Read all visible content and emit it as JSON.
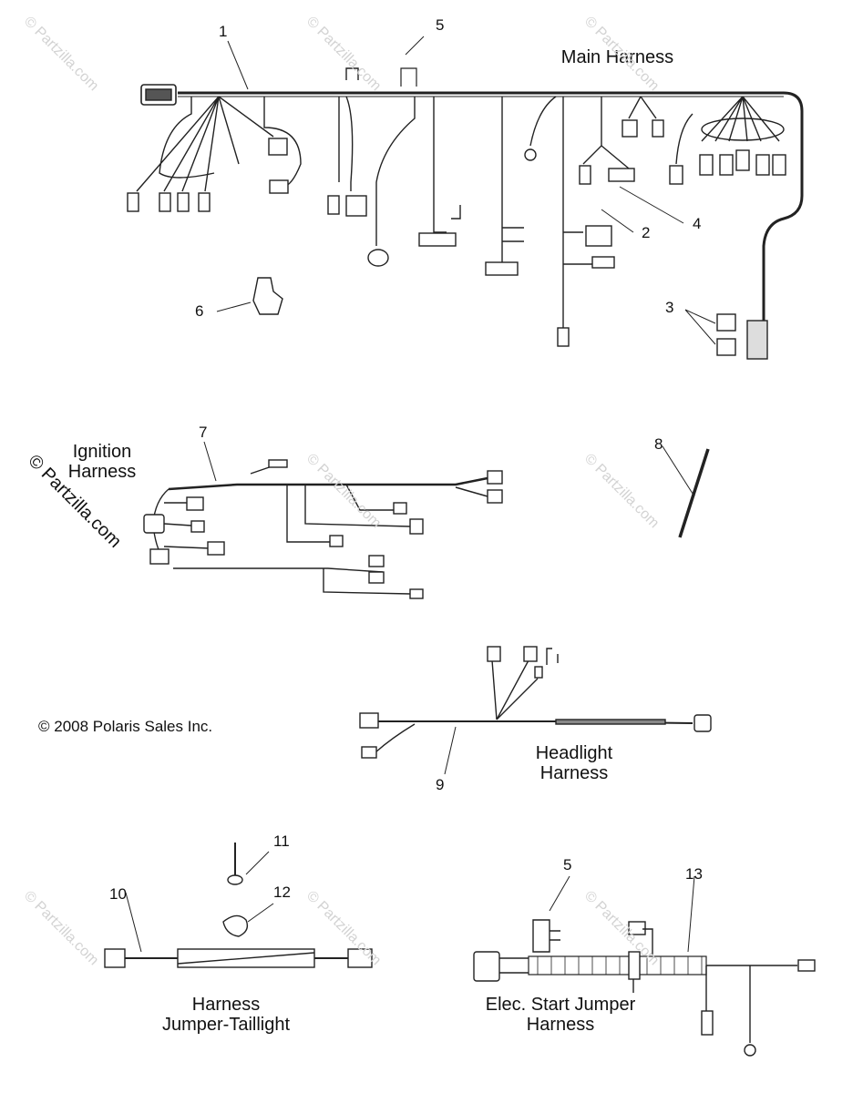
{
  "titles": {
    "main": "Main Harness",
    "ignition": "Ignition\nHarness",
    "headlight": "Headlight\nHarness",
    "taillight": "Harness\nJumper-Taillight",
    "elec_start": "Elec. Start Jumper\nHarness"
  },
  "copyright": "© 2008 Polaris Sales Inc.",
  "watermark": "© Partzilla.com",
  "callouts": {
    "c1": "1",
    "c2": "2",
    "c3": "3",
    "c4": "4",
    "c5": "5",
    "c6": "6",
    "c7": "7",
    "c8": "8",
    "c9": "9",
    "c10": "10",
    "c11": "11",
    "c12": "12",
    "c13": "13",
    "c5b": "5"
  }
}
